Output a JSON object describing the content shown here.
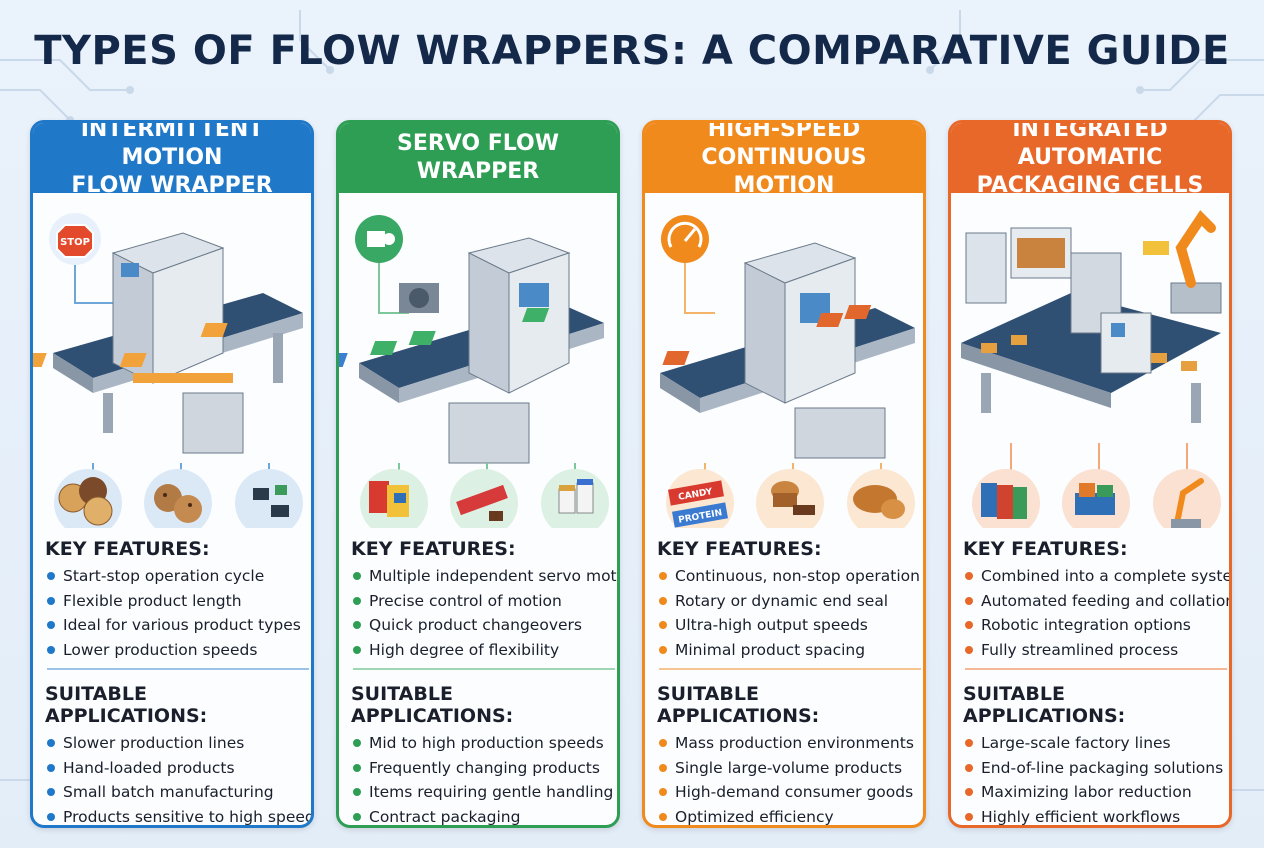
{
  "title": "TYPES OF FLOW WRAPPERS: A COMPARATIVE GUIDE",
  "cards": [
    {
      "header": "INTERMITTENT MOTION\nFLOW WRAPPER",
      "color": "#1f78c8",
      "icon": "stop-sign-icon",
      "icon_label": "STOP",
      "products": [
        "cookies-icon",
        "cookies-icon",
        "electronic-components-icon"
      ],
      "features_title": "KEY FEATURES:",
      "features": [
        "Start-stop operation cycle",
        "Flexible product length",
        "Ideal for various product types",
        "Lower production speeds"
      ],
      "apps_title": "SUITABLE APPLICATIONS:",
      "apps": [
        "Slower production lines",
        "Hand-loaded products",
        "Small batch manufacturing",
        "Products sensitive to high speeds"
      ]
    },
    {
      "header": "SERVO FLOW\nWRAPPER",
      "color": "#2e9e54",
      "icon": "servo-motor-icon",
      "icon_label": "",
      "products": [
        "snack-bags-icon",
        "candy-bar-icon",
        "medicine-bottles-icon"
      ],
      "features_title": "KEY FEATURES:",
      "features": [
        "Multiple independent servo motors",
        "Precise control of motion",
        "Quick product changeovers",
        "High degree of flexibility"
      ],
      "apps_title": "SUITABLE APPLICATIONS:",
      "apps": [
        "Mid to high production speeds",
        "Frequently changing products",
        "Items requiring gentle handling",
        "Contract packaging"
      ]
    },
    {
      "header": "HIGH-SPEED\nCONTINUOUS MOTION",
      "color": "#f08a1c",
      "icon": "speedometer-icon",
      "icon_label": "",
      "products": [
        "candy-protein-bars-icon",
        "muffins-icon",
        "bread-icon"
      ],
      "product_text": [
        "CANDY",
        "PROTEIN"
      ],
      "features_title": "KEY FEATURES:",
      "features": [
        "Continuous, non-stop operation",
        "Rotary or dynamic end seal",
        "Ultra-high output speeds",
        "Minimal product spacing"
      ],
      "apps_title": "SUITABLE APPLICATIONS:",
      "apps": [
        "Mass production environments",
        "Single large-volume products",
        "High-demand consumer goods",
        "Optimized efficiency"
      ]
    },
    {
      "header": "INTEGRATED AUTOMATIC\nPACKAGING CELLS",
      "color": "#e8682a",
      "icon": "robotic-arm-icon",
      "icon_label": "",
      "products": [
        "cartons-icon",
        "packaged-snacks-icon",
        "robotic-arm-icon"
      ],
      "features_title": "KEY FEATURES:",
      "features": [
        "Combined into a complete system",
        "Automated feeding and collation",
        "Robotic integration options",
        "Fully streamlined process"
      ],
      "apps_title": "SUITABLE APPLICATIONS:",
      "apps": [
        "Large-scale factory lines",
        "End-of-line packaging solutions",
        "Maximizing labor reduction",
        "Highly efficient workflows"
      ]
    }
  ]
}
